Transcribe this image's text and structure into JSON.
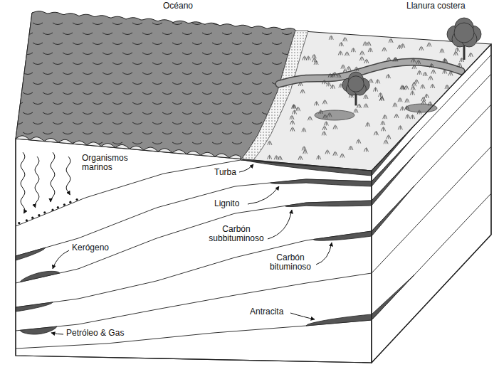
{
  "diagram": {
    "labels": [
      "Océano",
      "Llanura costera",
      "Organismos marinos",
      "Turba",
      "Lignito",
      "Carbón subbituminoso",
      "Kerógeno",
      "Carbón bituminoso",
      "Petróleo & Gas",
      "Antracita"
    ]
  }
}
